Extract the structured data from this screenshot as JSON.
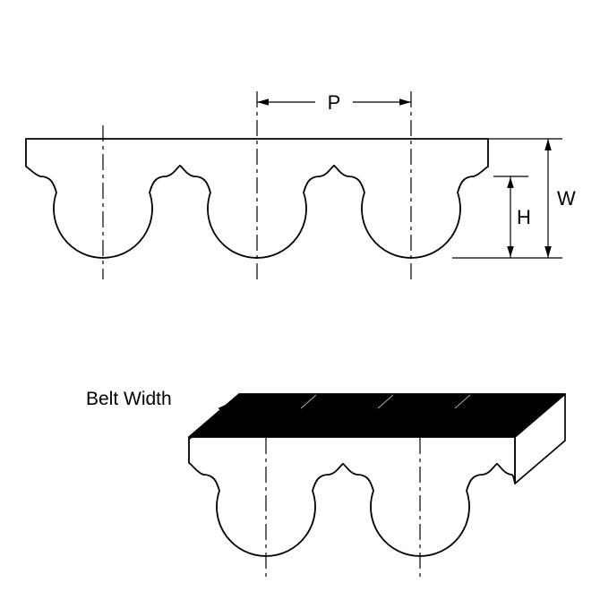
{
  "labels": {
    "pitch": "P",
    "width": "W",
    "height": "H",
    "belt_width": "Belt Width"
  },
  "colors": {
    "outline": "#000000",
    "belt_fill": "#ffffff",
    "top_face_fill": "#000000",
    "background": "#ffffff",
    "seam_line": "#aaaaaa"
  }
}
